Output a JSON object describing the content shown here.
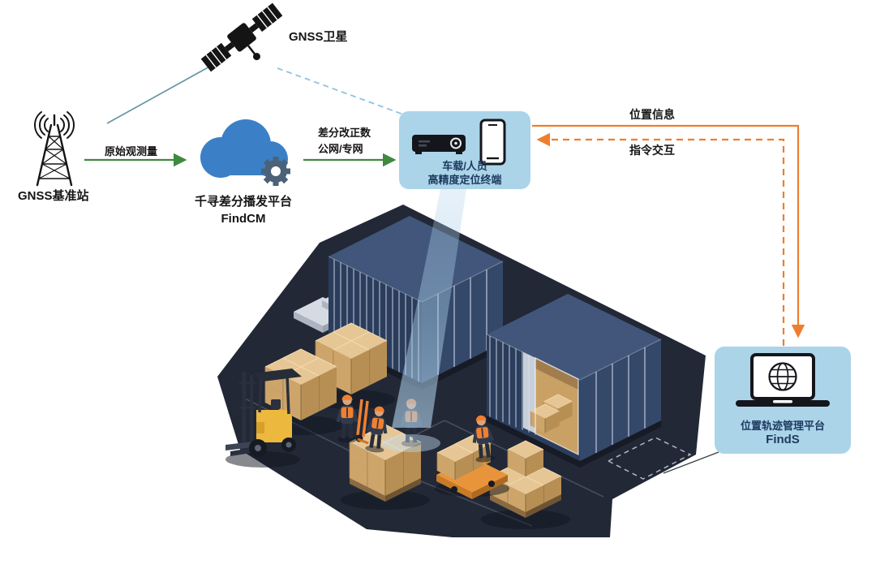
{
  "nodes": {
    "satellite": {
      "label": "GNSS卫星"
    },
    "base_station": {
      "label": "GNSS基准站"
    },
    "cloud": {
      "line1": "千寻差分播发平台",
      "line2": "FindCM"
    },
    "terminal": {
      "line1": "车载/人员",
      "line2": "高精度定位终端"
    },
    "finds": {
      "line1": "位置轨迹管理平台",
      "line2": "FindS"
    }
  },
  "edges": {
    "raw_obs": {
      "label": "原始观测量"
    },
    "diff_corr": {
      "line1": "差分改正数",
      "line2": "公网/专网"
    },
    "position_info": {
      "label": "位置信息"
    },
    "command": {
      "label": "指令交互"
    }
  },
  "icons": {
    "satellite": "satellite-icon",
    "base_station": "radio-tower-icon",
    "cloud": "cloud-icon",
    "gear": "gear-icon",
    "receiver": "receiver-box-icon",
    "phone": "smartphone-icon",
    "laptop_globe": "laptop-globe-icon"
  },
  "colors": {
    "arrow_green": "#3f8a3f",
    "arrow_orange": "#ee7e2e",
    "satellite_link": "#6796a6",
    "satellite_link_dashed": "#8fc2e0",
    "panel_bg": "#abd4e9",
    "panel_text": "#1c3a5f",
    "cloud_blue": "#3b80c6",
    "gear_slate": "#4b6278",
    "platform_navy": "#222836",
    "container_navy": "#2b3d5c",
    "crate_tan": "#e6c694",
    "vest_orange": "#f08030",
    "forklift_yellow": "#ecb93e",
    "beam_blue": "#add0e9"
  }
}
